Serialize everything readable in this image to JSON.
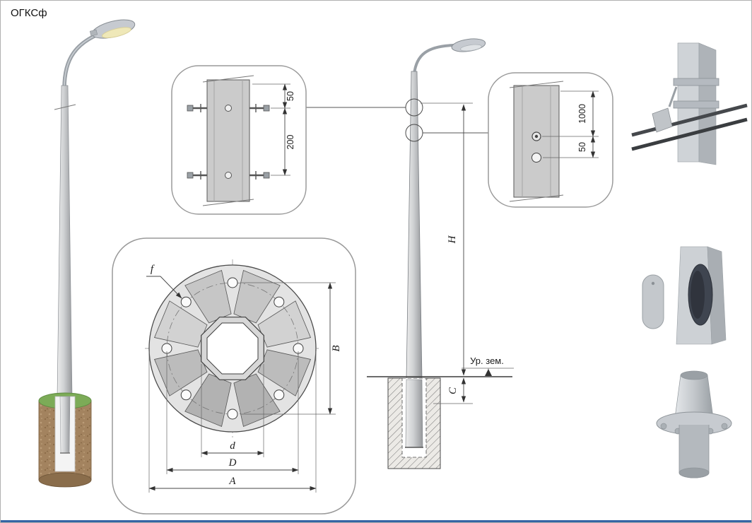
{
  "title": "ОГКСф",
  "top_mount_detail": {
    "dim_offset": "50",
    "dim_spacing": "200"
  },
  "ground_bolt_detail": {
    "dim_height": "1000",
    "dim_offset": "50"
  },
  "flange_plan": {
    "dim_hole": "f",
    "dim_bolt_span": "B",
    "dim_inner": "d",
    "dim_bolt_circle": "D",
    "dim_outer": "A"
  },
  "elevation": {
    "dim_height": "H",
    "dim_embed": "C",
    "ground_label": "Ур. зем."
  },
  "colors": {
    "accent_bar": "#3465a4",
    "grass": "#7cab57",
    "soil": "#a3835f"
  }
}
